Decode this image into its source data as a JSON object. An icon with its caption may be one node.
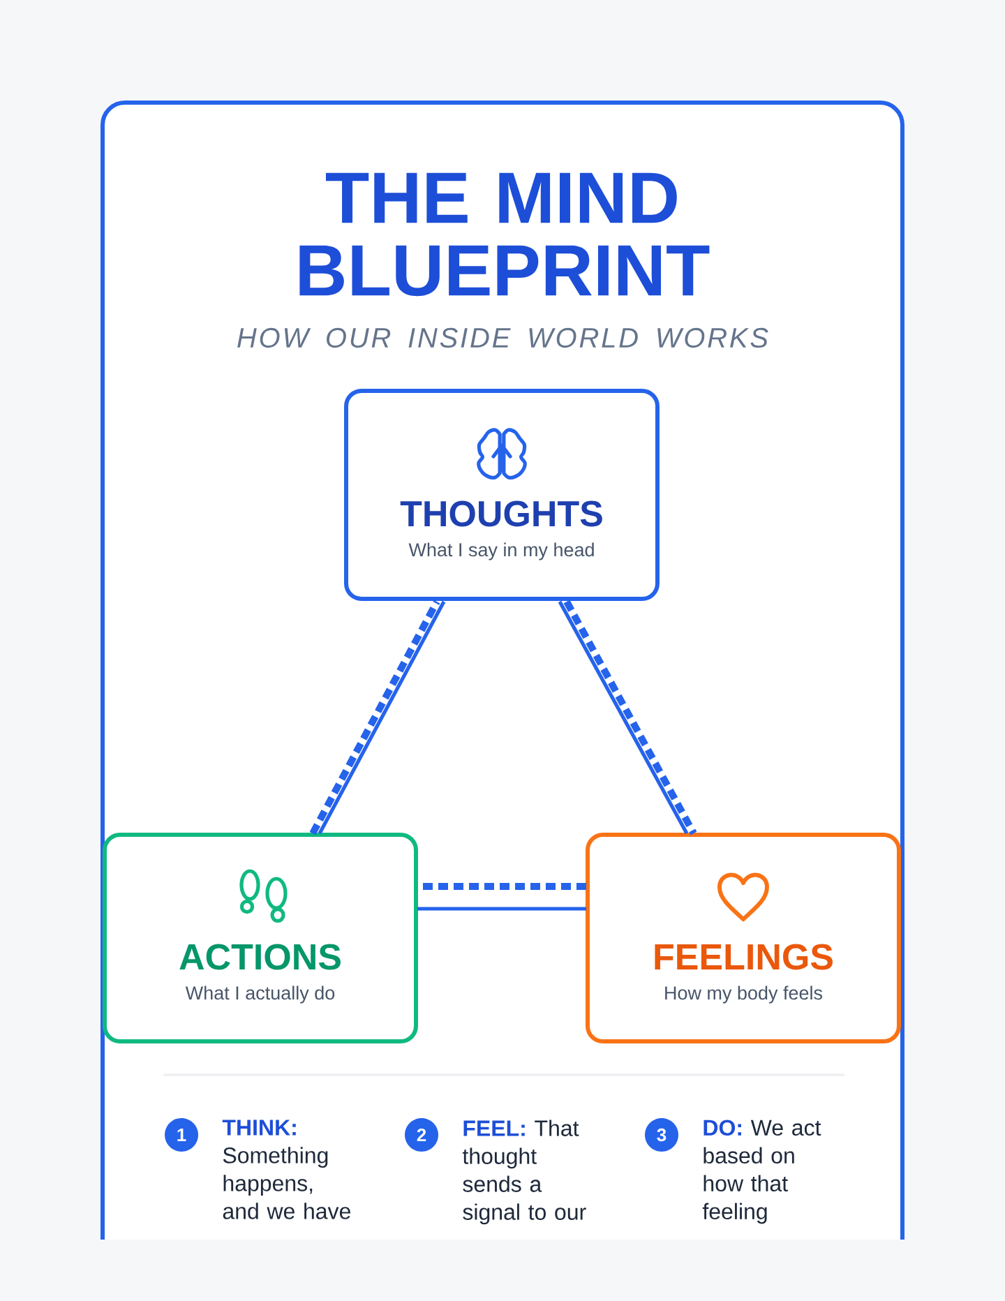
{
  "diagram": {
    "title": "THE MIND BLUEPRINT",
    "nodes": [
      {
        "text": [
          "THOUGHTS",
          "What I say in my head"
        ]
      },
      {
        "text": [
          "ACTIONS",
          "What I actually do"
        ]
      },
      {
        "text": [
          "FEELINGS",
          "How my body feels"
        ]
      },
      {
        "text": [
          "1"
        ],
        "beside": [
          "THINK:",
          "Something happens, and we have"
        ]
      },
      {
        "text": [
          "2"
        ],
        "beside": [
          "FEEL:",
          "That thought sends a signal to our"
        ]
      },
      {
        "text": [
          "3"
        ],
        "beside": [
          "DO:",
          "We act based on how that feeling"
        ]
      }
    ],
    "edges": [
      {
        "from": 0,
        "to": 2,
        "arrow": "none"
      },
      {
        "from": 0,
        "to": 2,
        "arrow": "none",
        "style": "dashed"
      },
      {
        "from": 2,
        "to": 1,
        "arrow": "none"
      },
      {
        "from": 2,
        "to": 1,
        "arrow": "none",
        "style": "dashed"
      },
      {
        "from": 1,
        "to": 0,
        "arrow": "none"
      },
      {
        "from": 1,
        "to": 0,
        "arrow": "none",
        "style": "dashed"
      }
    ],
    "labels": [
      "HOW OUR INSIDE WORLD WORKS"
    ]
  }
}
